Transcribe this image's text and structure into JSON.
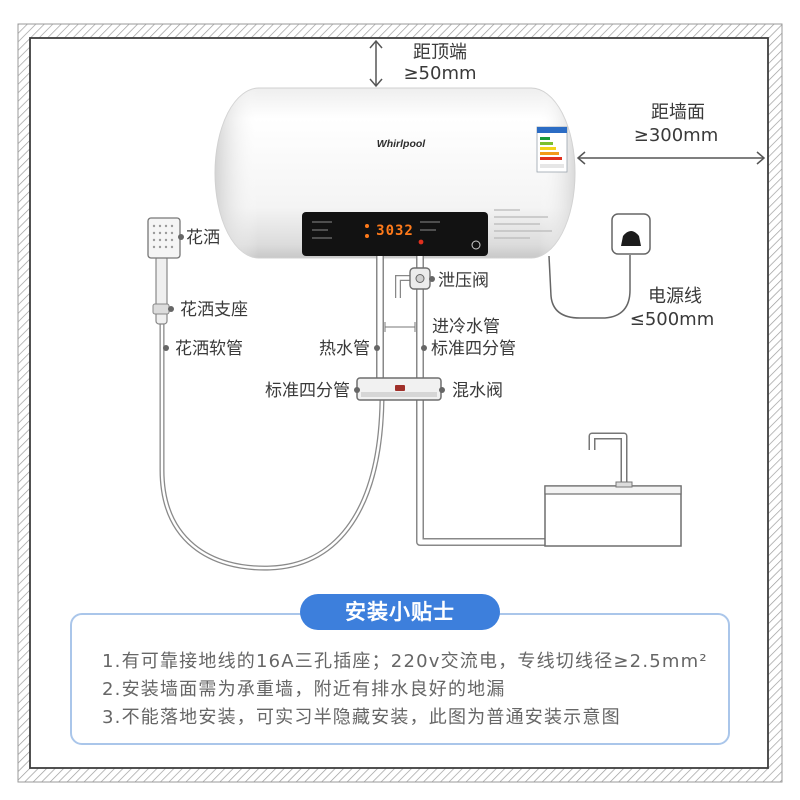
{
  "product": {
    "brand_logo": "Whirlpool",
    "display_reading": "3032"
  },
  "clearances": {
    "top": {
      "label": "距顶端",
      "value": "≥50mm"
    },
    "side": {
      "label": "距墙面",
      "value": "≥300mm"
    },
    "power_cord": {
      "label": "电源线",
      "value": "≤500mm"
    }
  },
  "callouts": {
    "shower_head": "花洒",
    "shower_holder": "花洒支座",
    "shower_hose": "花洒软管",
    "relief_valve": "泄压阀",
    "cold_inlet_pipe": "进冷水管",
    "cold_pipe_spec": "标准四分管",
    "hot_pipe": "热水管",
    "hot_pipe_spec": "标准四分管",
    "mixing_valve": "混水阀"
  },
  "tips": {
    "title": "安装小贴士",
    "items": [
      "1.有可靠接地线的16A三孔插座；220v交流电，专线切线径≥2.5mm²",
      "2.安装墙面需为承重墙，附近有排水良好的地漏",
      "3.不能落地安装，可实习半隐藏安装，此图为普通安装示意图"
    ]
  },
  "colors": {
    "accent": "#3d7fdc",
    "tips_border": "#aac6ea",
    "display": "#ff7a1a"
  }
}
